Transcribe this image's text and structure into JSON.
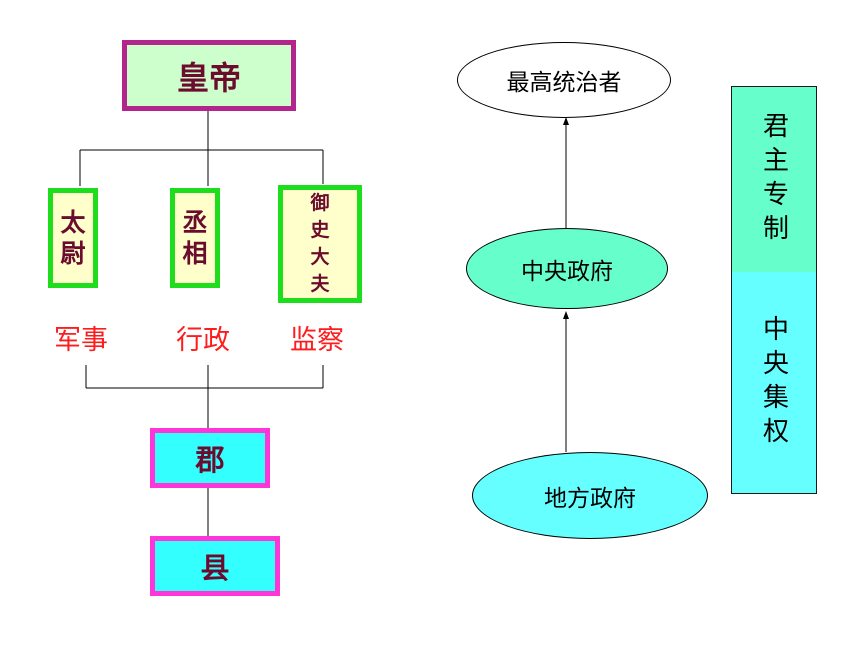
{
  "left_diagram": {
    "emperor": "皇帝",
    "officials": [
      {
        "label": "太尉",
        "duty": "军事"
      },
      {
        "label": "丞相",
        "duty": "行政"
      },
      {
        "label": "御史大夫",
        "duty": "监察"
      }
    ],
    "local": [
      "郡",
      "县"
    ]
  },
  "right_diagram": {
    "top": "最高统治者",
    "middle": "中央政府",
    "bottom": "地方政府"
  },
  "side_boxes": [
    "君主专制",
    "中央集权"
  ],
  "colors": {
    "official_text": "#6b0c2e",
    "duty_text": "#ff1c1c",
    "emperor_border": "#b3258c",
    "official_border": "#1ddd1d",
    "local_border": "#ff35d8",
    "local_fill": "#33ffff",
    "central_fill": "#66ffcc",
    "local_gov_fill": "#66ffff"
  }
}
